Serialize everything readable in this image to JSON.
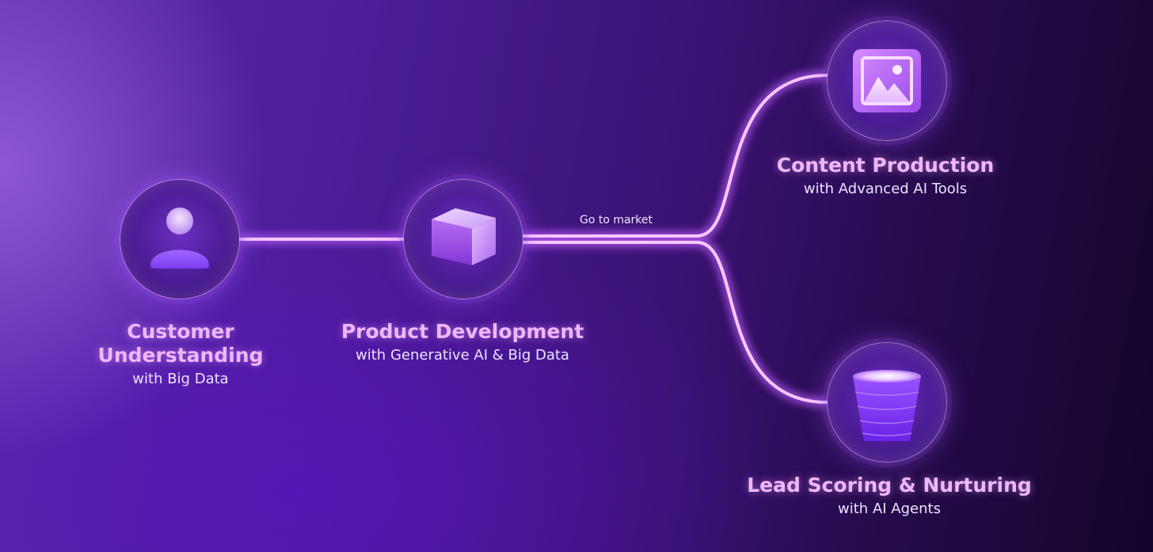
{
  "diagram": {
    "edge_label": "Go to market",
    "nodes": {
      "customer": {
        "title_line1": "Customer",
        "title_line2": "Understanding",
        "subtitle": "with Big Data",
        "icon": "person-icon"
      },
      "product": {
        "title": "Product Development",
        "subtitle": "with Generative AI & Big Data",
        "icon": "cube-icon"
      },
      "content": {
        "title": "Content Production",
        "subtitle": "with Advanced AI Tools",
        "icon": "image-icon"
      },
      "lead": {
        "title": "Lead Scoring & Nurturing",
        "subtitle": "with AI Agents",
        "icon": "funnel-icon"
      }
    }
  },
  "colors": {
    "accent": "#f0b6ff",
    "connector": "#f8c8ff",
    "glow": "#c060ff"
  }
}
